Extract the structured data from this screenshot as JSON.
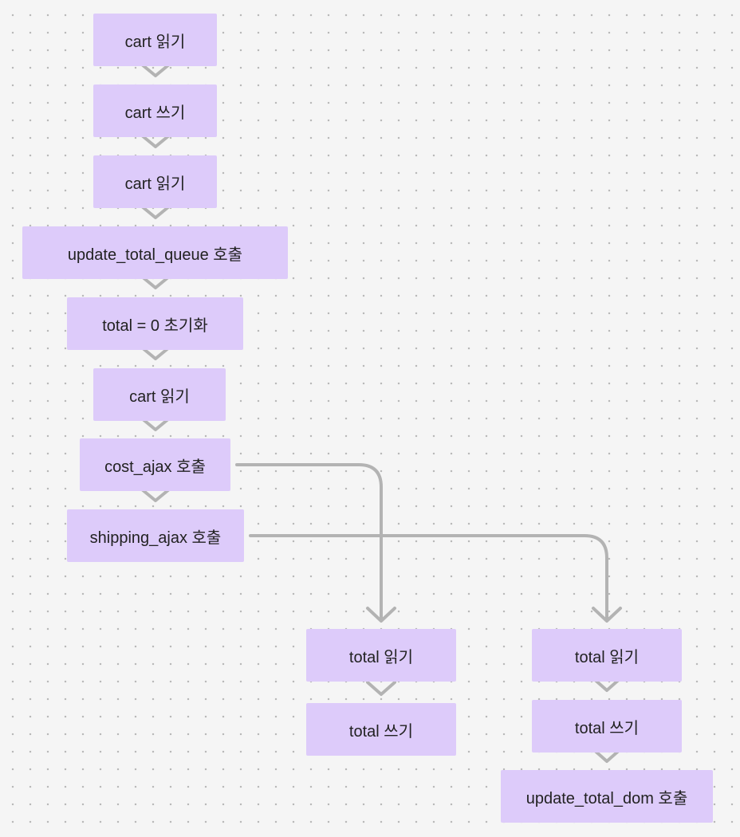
{
  "nodes": {
    "cart_read_1": "cart 읽기",
    "cart_write": "cart 쓰기",
    "cart_read_2": "cart 읽기",
    "update_total_queue_call": "update_total_queue 호출",
    "total_init": "total = 0 초기화",
    "cart_read_3": "cart 읽기",
    "cost_ajax_call": "cost_ajax 호출",
    "shipping_ajax_call": "shipping_ajax 호출",
    "cost_total_read": "total 읽기",
    "cost_total_write": "total 쓰기",
    "shipping_total_read": "total 읽기",
    "shipping_total_write": "total 쓰기",
    "update_total_dom_call": "update_total_dom 호출"
  },
  "colors": {
    "node_fill": "#ddcbfa",
    "node_text": "#222222",
    "connector": "#b3b3b3",
    "background": "#f5f5f5",
    "grid_dot": "#b9b9b9"
  }
}
